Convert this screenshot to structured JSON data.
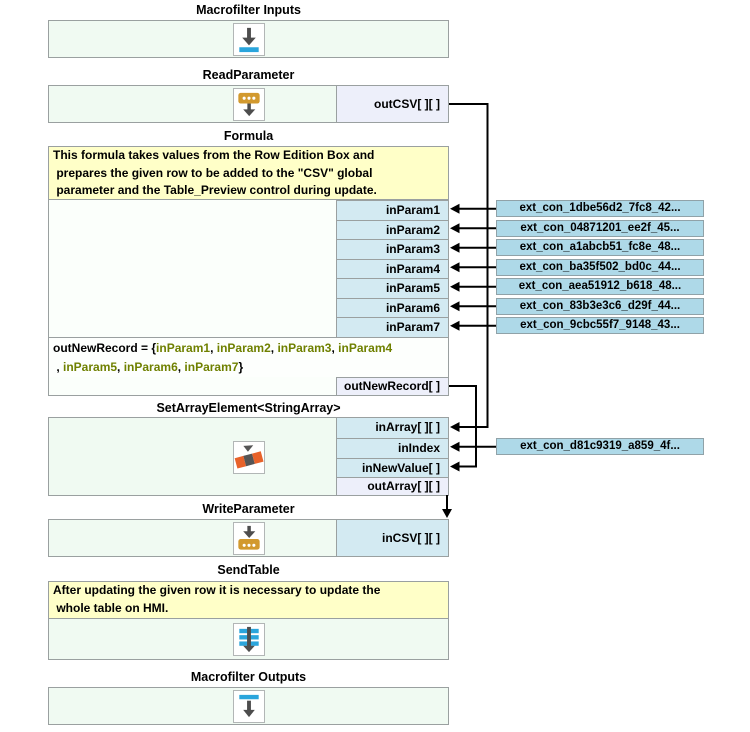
{
  "colors": {
    "block_body": "#f0faf2",
    "comment_bg": "#ffffc8",
    "input_port_bg": "#d3eaf2",
    "output_port_bg": "#edeffa",
    "ext_label_bg": "#aed9e8",
    "border_gray": "#9aa0a0",
    "accent_blue": "#2aa5dc",
    "accent_amber": "#d2992e",
    "accent_orange": "#e8622a",
    "arrow_gray": "#4d4d4d",
    "formula_token_green": "#6f8000",
    "connection_line": "#000000"
  },
  "icons": {
    "macrofilter_inputs": "arrow-down-onto-bar-icon",
    "read_parameter": "parameter-chip-arrow-out-icon",
    "set_array_element": "segmented-array-picker-icon",
    "write_parameter": "arrow-into-parameter-chip-icon",
    "send_table": "table-rows-arrow-down-icon",
    "macrofilter_outputs": "bar-arrow-down-icon"
  },
  "blocks": {
    "macrofilter_inputs": {
      "title": "Macrofilter Inputs"
    },
    "read_parameter": {
      "title": "ReadParameter",
      "out_port": "outCSV[ ][ ]"
    },
    "formula": {
      "title": "Formula",
      "comment": "This formula takes values from the Row Edition Box and\n prepares the given row to be added to the \"CSV\" global\n parameter and the Table_Preview control during update.",
      "in_ports": [
        "inParam1",
        "inParam2",
        "inParam3",
        "inParam4",
        "inParam5",
        "inParam6",
        "inParam7"
      ],
      "out_port": "outNewRecord[ ]",
      "expression_parts": [
        {
          "text": "outNewRecord",
          "kind": "plain"
        },
        {
          "text": " = {",
          "kind": "plain"
        },
        {
          "text": "inParam1",
          "kind": "var"
        },
        {
          "text": ", ",
          "kind": "plain"
        },
        {
          "text": "inParam2",
          "kind": "var"
        },
        {
          "text": ", ",
          "kind": "plain"
        },
        {
          "text": "inParam3",
          "kind": "var"
        },
        {
          "text": ", ",
          "kind": "plain"
        },
        {
          "text": "inParam4",
          "kind": "var"
        },
        {
          "text": "\n , ",
          "kind": "plain"
        },
        {
          "text": "inParam5",
          "kind": "var"
        },
        {
          "text": ", ",
          "kind": "plain"
        },
        {
          "text": "inParam6",
          "kind": "var"
        },
        {
          "text": ", ",
          "kind": "plain"
        },
        {
          "text": "inParam7",
          "kind": "var"
        },
        {
          "text": "}",
          "kind": "plain"
        }
      ]
    },
    "set_array_element": {
      "title": "SetArrayElement<StringArray>",
      "in_ports": [
        "inArray[ ][ ]",
        "inIndex",
        "inNewValue[ ]"
      ],
      "out_port": "outArray[ ][ ]"
    },
    "write_parameter": {
      "title": "WriteParameter",
      "in_port": "inCSV[ ][ ]"
    },
    "send_table": {
      "title": "SendTable",
      "comment": "After updating the given row it is necessary to update the\n whole table on HMI."
    },
    "macrofilter_outputs": {
      "title": "Macrofilter Outputs"
    }
  },
  "ext_connections": {
    "formula_inputs": [
      "ext_con_1dbe56d2_7fc8_42...",
      "ext_con_04871201_ee2f_45...",
      "ext_con_a1abcb51_fc8e_48...",
      "ext_con_ba35f502_bd0c_44...",
      "ext_con_aea51912_b618_48...",
      "ext_con_83b3e3c6_d29f_44...",
      "ext_con_9cbc55f7_9148_43..."
    ],
    "in_index": "ext_con_d81c9319_a859_4f..."
  }
}
